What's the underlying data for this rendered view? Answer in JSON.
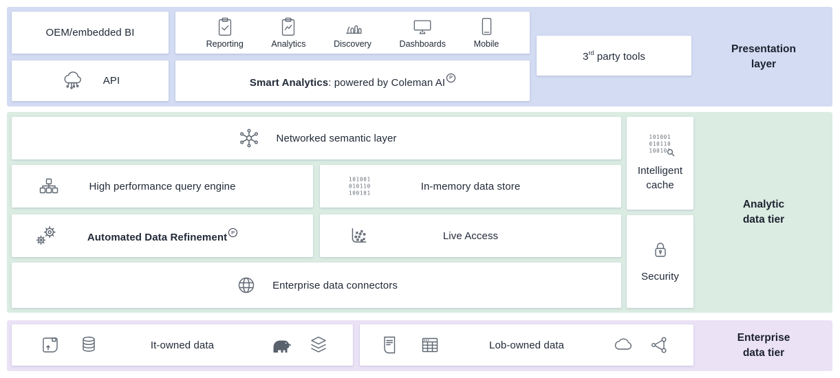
{
  "colors": {
    "presentation_bg": "#d3dcf2",
    "analytic_bg": "#dbece2",
    "enterprise_bg": "#ebe2f6",
    "text": "#222a38",
    "icon_stroke": "#5d6570"
  },
  "presentation": {
    "label": "Presentation layer",
    "oem": "OEM/embedded BI",
    "api": "API",
    "tools": [
      "Reporting",
      "Analytics",
      "Discovery",
      "Dashboards",
      "Mobile"
    ],
    "smart": {
      "bold": "Smart Analytics",
      "rest": ": powered by Coleman AI",
      "sup": "P"
    },
    "third_party": {
      "pre": "3",
      "sup": "rd",
      "post": " party tools"
    }
  },
  "analytic": {
    "label": "Analytic data tier",
    "semantic_layer": "Networked semantic layer",
    "query_engine": "High performance query engine",
    "in_memory": "In-memory data store",
    "adr": {
      "bold": "Automated Data Refinement",
      "sup": "P"
    },
    "live_access": "Live Access",
    "connectors": "Enterprise data connectors",
    "cache": "Intelligent cache",
    "security": "Security",
    "binary_lines": [
      "101001",
      "010110",
      "100101"
    ]
  },
  "enterprise": {
    "label": "Enterprise data tier",
    "it_owned": "It-owned data",
    "lob_owned": "Lob-owned data"
  }
}
